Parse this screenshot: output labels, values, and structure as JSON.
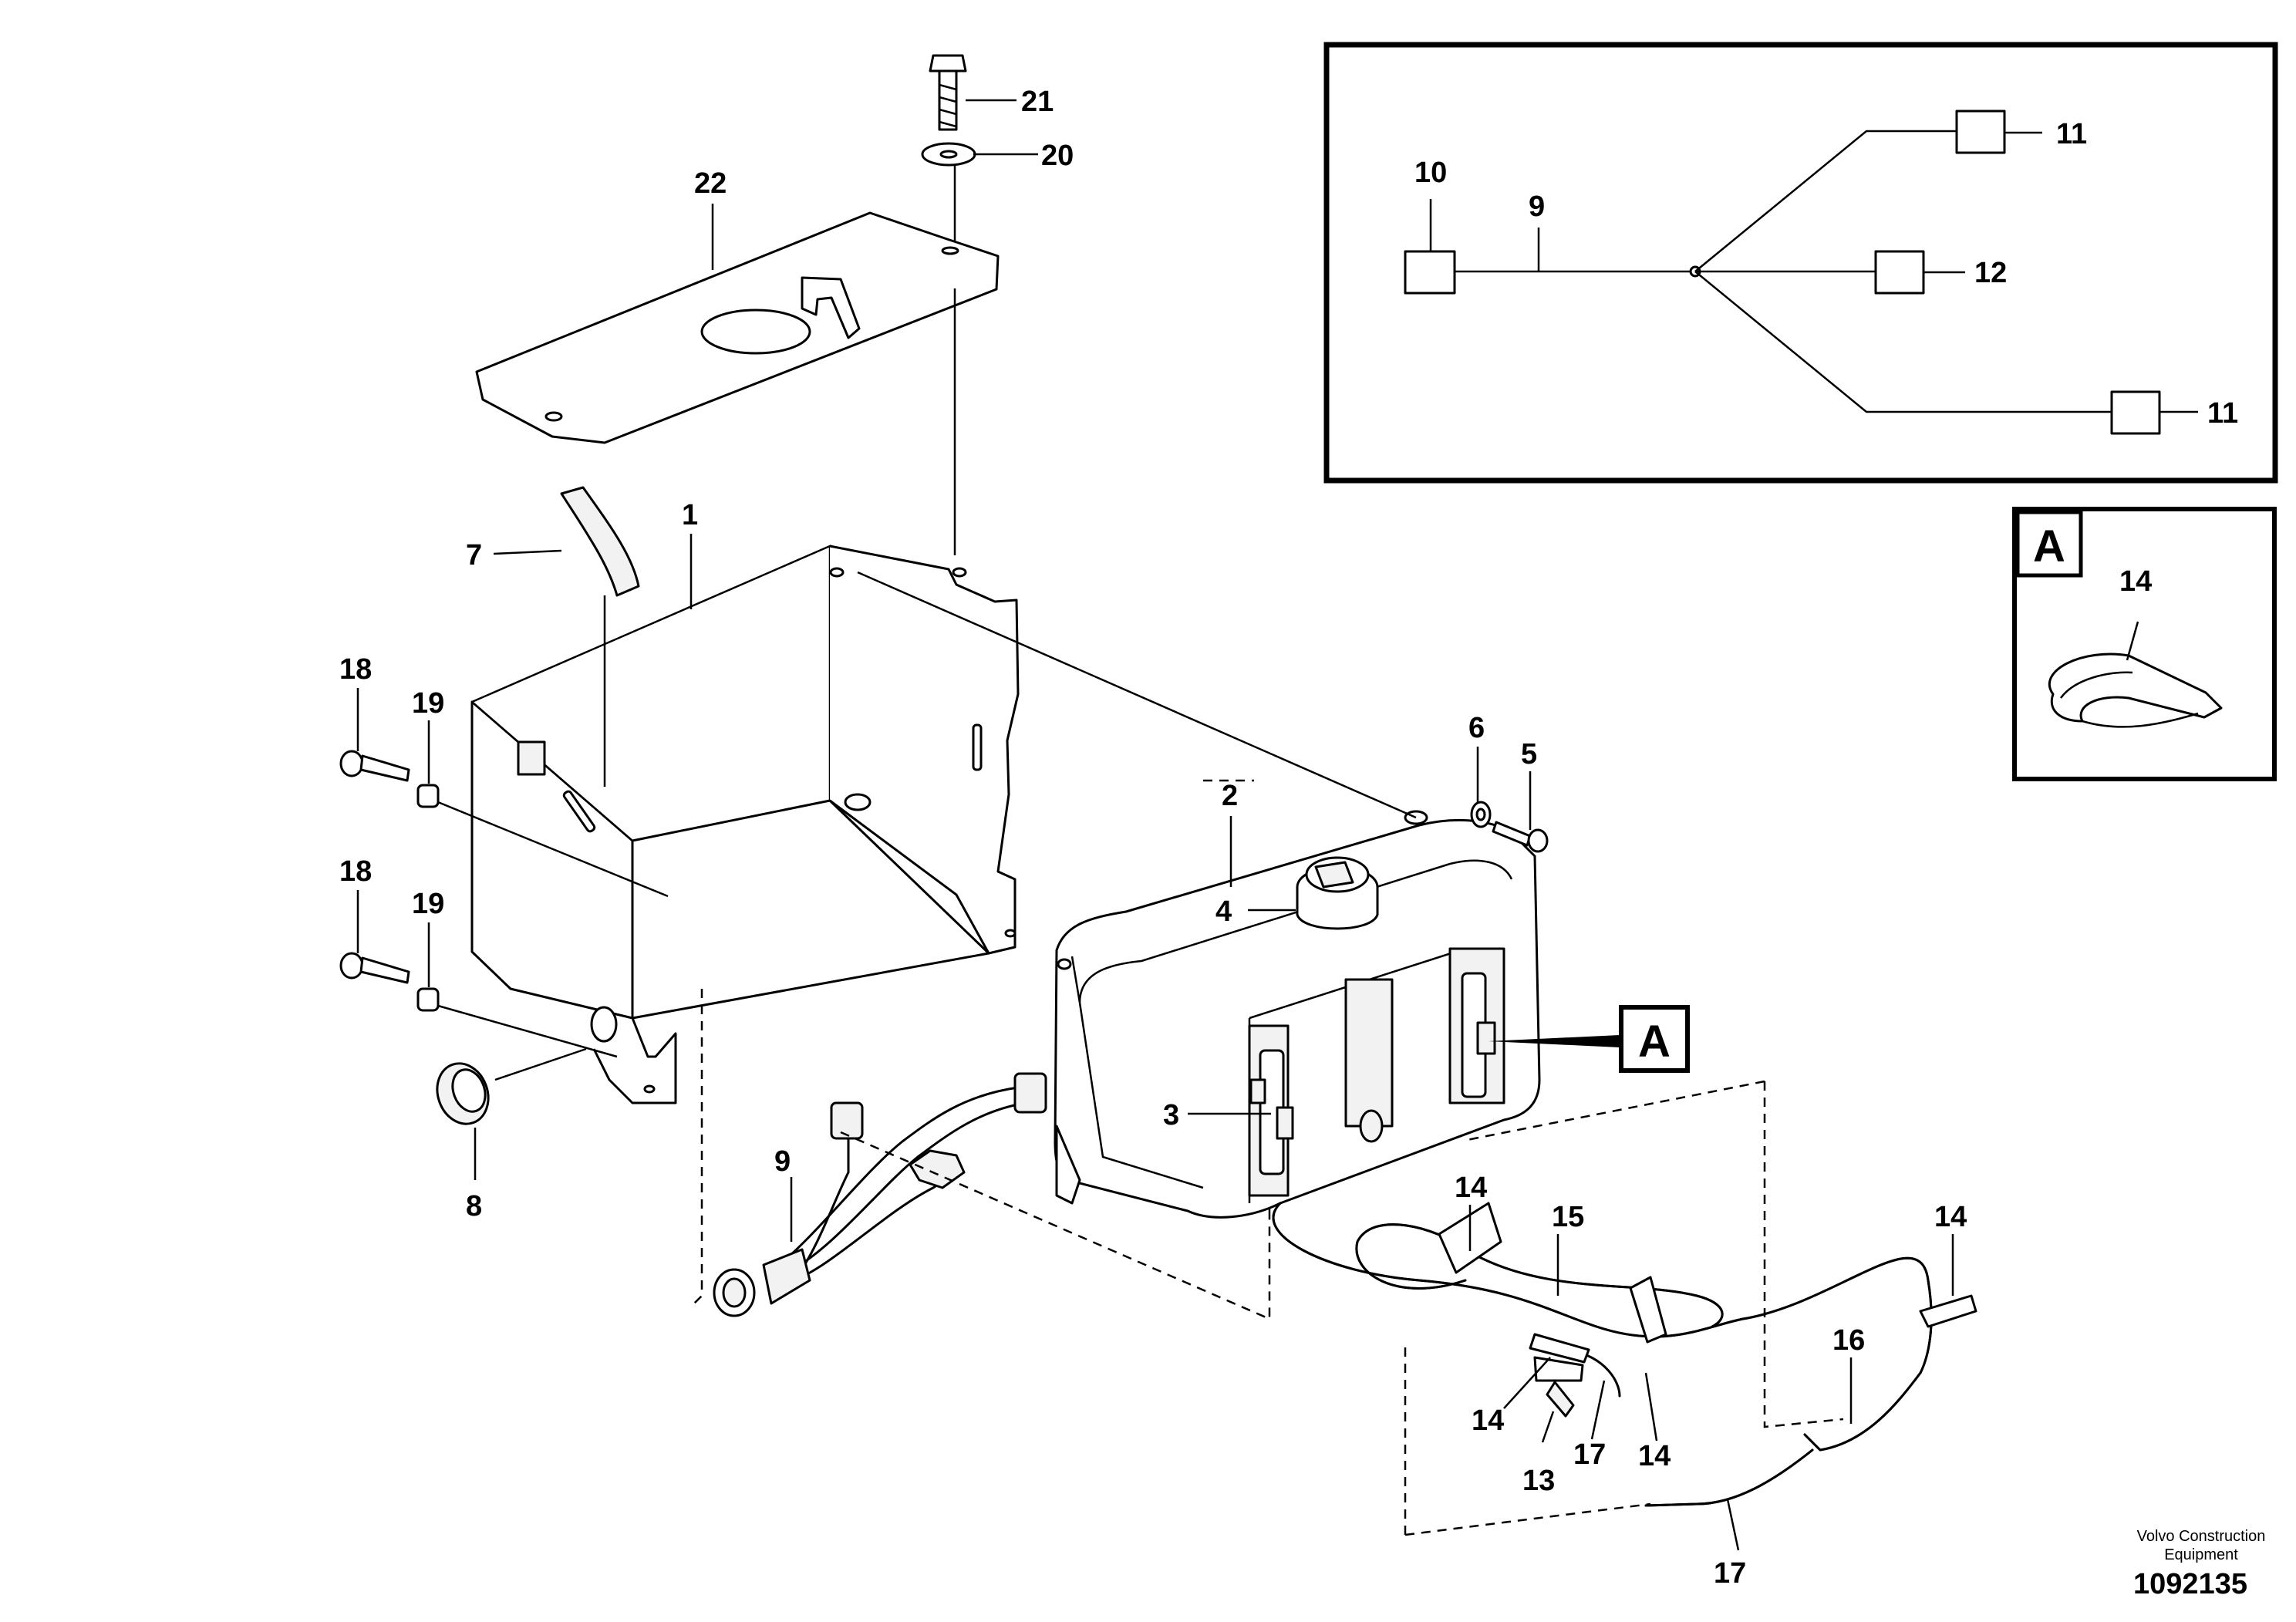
{
  "callouts": {
    "c1": "1",
    "c2": "2",
    "c3": "3",
    "c4": "4",
    "c5": "5",
    "c6": "6",
    "c7": "7",
    "c8": "8",
    "c9": "9",
    "c9b": "9",
    "c10": "10",
    "c11a": "11",
    "c11b": "11",
    "c12": "12",
    "c13": "13",
    "c14a": "14",
    "c14b": "14",
    "c14c": "14",
    "c14d": "14",
    "c14e": "14",
    "c15": "15",
    "c16": "16",
    "c17a": "17",
    "c17b": "17",
    "c18a": "18",
    "c18b": "18",
    "c19a": "19",
    "c19b": "19",
    "c20": "20",
    "c21": "21",
    "c22": "22"
  },
  "detail_ref": {
    "marker": "A",
    "detail_box": "A"
  },
  "footer": {
    "publisher_line1": "Volvo Construction",
    "publisher_line2": "Equipment",
    "figure_id": "1092135"
  }
}
